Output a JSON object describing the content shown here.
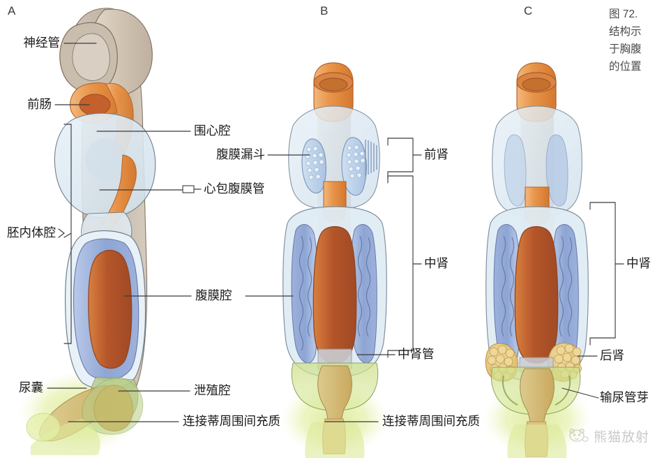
{
  "figure": {
    "title_lines": [
      "图 72.",
      "结构示",
      "于胸腹",
      "的位置"
    ],
    "panels": [
      {
        "id": "A",
        "letter": "A"
      },
      {
        "id": "B",
        "letter": "B"
      },
      {
        "id": "C",
        "letter": "C"
      }
    ]
  },
  "labels": {
    "neural_tube": "神经管",
    "foregut": "前肠",
    "pericardial_cavity": "围心腔",
    "pericardioperitoneal_canal": "心包腹膜管",
    "intraembryonic_coelom": "胚内体腔",
    "peritoneal_cavity": "腹膜腔",
    "allantois": "尿囊",
    "cloaca": "泄殖腔",
    "connecting_stalk_mesenchyme_a": "连接蒂周围间充质",
    "nephrostome": "腹膜漏斗",
    "pronephros": "前肾",
    "mesonephros_b": "中肾",
    "mesonephric_duct": "中肾管",
    "connecting_stalk_mesenchyme_b": "连接蒂周围间充质",
    "mesonephros_c": "中肾",
    "metanephros": "后肾",
    "ureteric_bud": "输尿管芽"
  },
  "watermark": {
    "text": "熊猫放射",
    "icon": "panda-chat-icon"
  },
  "colors": {
    "neural_tube_tissue": "#c2b5a6",
    "foregut_orange": "#e8954a",
    "gut_deep_orange": "#c4602c",
    "coelom_blue": "#d8e6f0",
    "mesonephros_blue": "#97aed8",
    "metanephros_yellow": "#e8c77a",
    "allantois_green": "#cfe08a",
    "label_text": "#1b1b1b",
    "leader_line": "#3b3b3b",
    "caption_text": "#4a4a4a"
  }
}
